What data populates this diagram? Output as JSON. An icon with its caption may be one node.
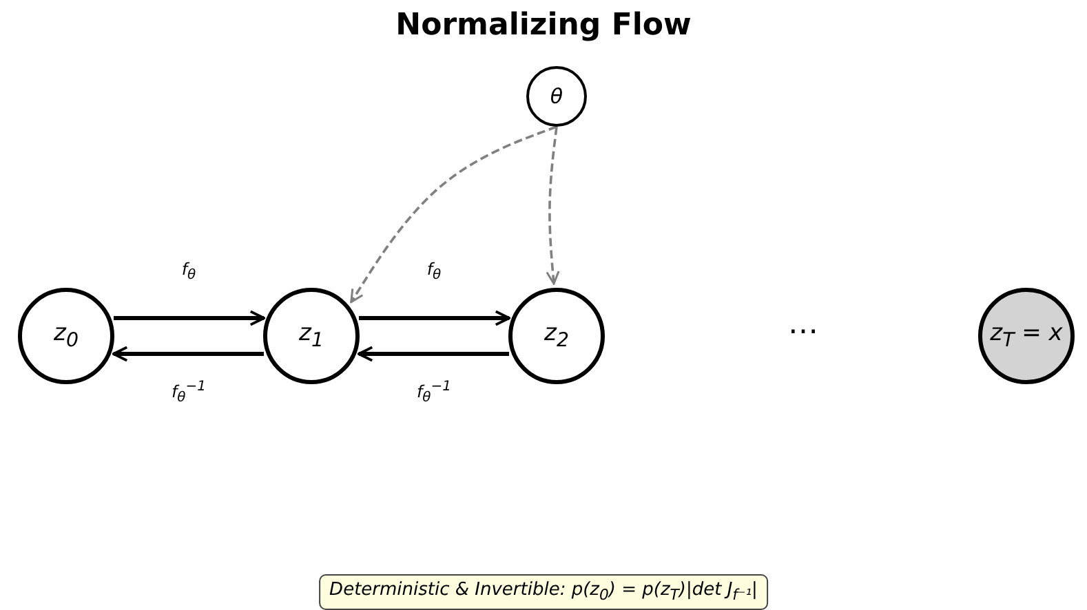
{
  "diagram": {
    "title": "Normalizing Flow",
    "caption": "Deterministic & Invertible: p(z$_{0}$) = p(z$_{T}$)|det J$_{f⁻¹}$|",
    "nodes": [
      {
        "text": [
          "θ"
        ]
      },
      {
        "text": [
          "z$_{0}$"
        ]
      },
      {
        "text": [
          "z$_{1}$"
        ]
      },
      {
        "text": [
          "z$_{2}$"
        ]
      },
      {
        "text": [
          "z$_{T}$ = x"
        ]
      }
    ],
    "edges": [
      {
        "from": 1,
        "to": 2,
        "arrow": "to",
        "label": "f$_{θ}$"
      },
      {
        "from": 2,
        "to": 1,
        "arrow": "to",
        "label": "f$_{θ}$$^{−1}$"
      },
      {
        "from": 2,
        "to": 3,
        "arrow": "to",
        "label": "f$_{θ}$"
      },
      {
        "from": 3,
        "to": 2,
        "arrow": "to",
        "label": "f$_{θ}$$^{−1}$"
      },
      {
        "from": 0,
        "to": 2,
        "arrow": "to",
        "style": "dashed",
        "color": "#808080"
      },
      {
        "from": 0,
        "to": 3,
        "arrow": "to",
        "style": "dashed",
        "color": "#808080"
      }
    ],
    "labels": [
      "⋯"
    ]
  }
}
